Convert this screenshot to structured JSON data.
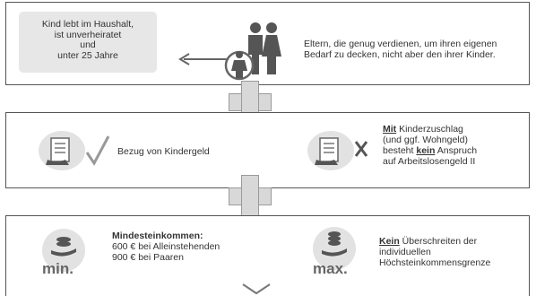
{
  "panel1": {
    "child_conditions": [
      "Kind lebt im Haushalt,",
      "ist unverheiratet",
      "und",
      "unter 25 Jahre"
    ],
    "parents_text": [
      "Eltern, die genug verdienen, um ihren eigenen",
      "Bedarf zu decken, nicht aber den ihrer Kinder."
    ]
  },
  "panel2": {
    "left_text": "Bezug von Kindergeld",
    "right_bold": "Mit",
    "right_line1_rest": " Kinderzuschlag",
    "right_line2": "(und ggf. Wohngeld)",
    "right_line3_pre": "besteht ",
    "right_line3_bold": "kein",
    "right_line3_post": " Anspruch",
    "right_line4": "auf Arbeitslosengeld II"
  },
  "panel3": {
    "min_title": "Mindesteinkommen:",
    "min_line1": "600 € bei Alleinstehenden",
    "min_line2": "900 € bei Paaren",
    "min_label": "min.",
    "max_label": "max.",
    "max_bold": "Kein",
    "max_line1_rest": " Überschreiten der",
    "max_line2": "individuellen",
    "max_line3": "Höchsteinkommensgrenze"
  }
}
